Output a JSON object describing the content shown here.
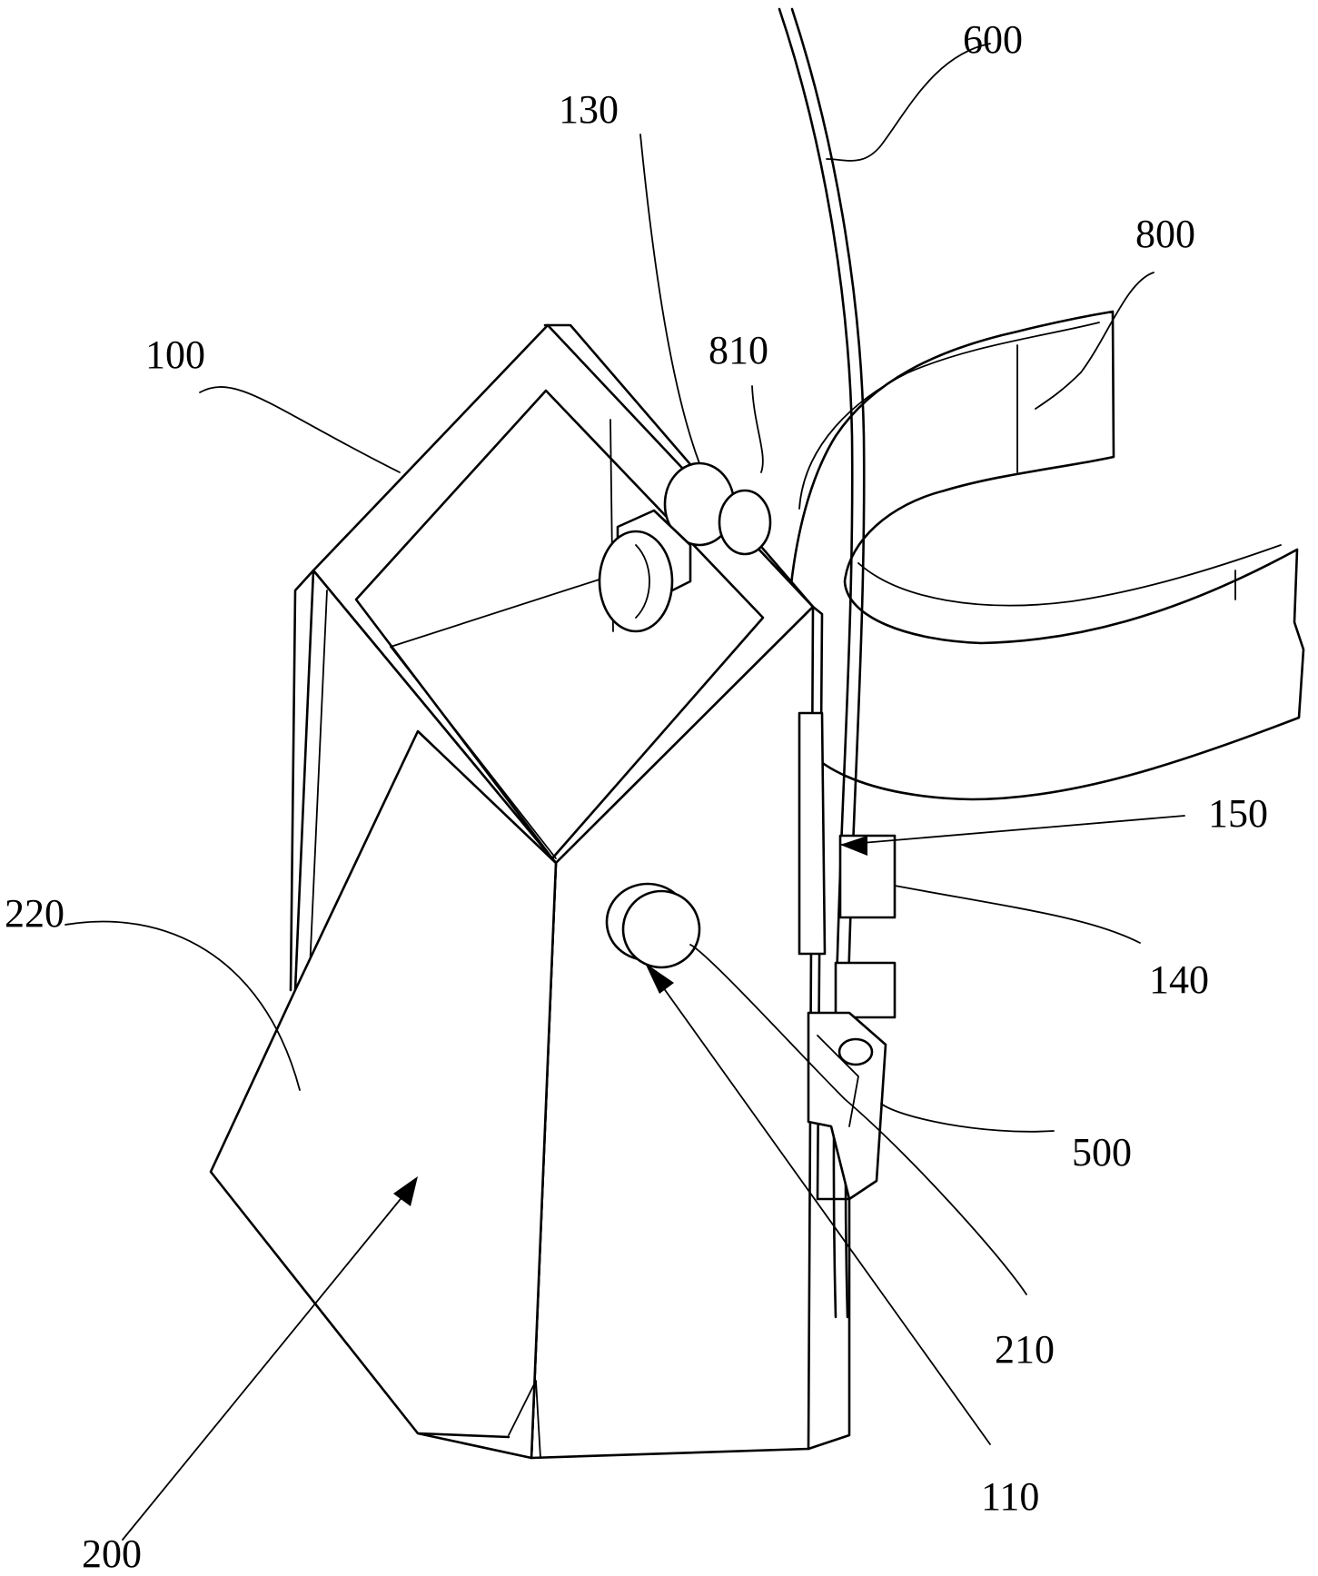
{
  "labels": {
    "l600": "600",
    "l130": "130",
    "l800": "800",
    "l810": "810",
    "l100": "100",
    "l150": "150",
    "l140": "140",
    "l220": "220",
    "l500": "500",
    "l210": "210",
    "l110": "110",
    "l200": "200"
  },
  "colors": {
    "ink": "#000000",
    "paper": "#ffffff"
  }
}
